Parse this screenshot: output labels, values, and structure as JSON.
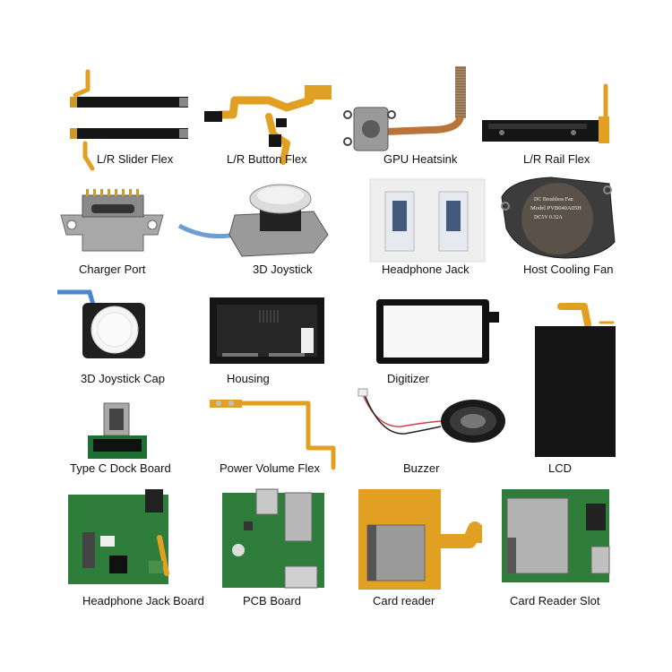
{
  "items": [
    {
      "label": "L/R Slider Flex"
    },
    {
      "label": "L/R Button Flex"
    },
    {
      "label": "GPU Heatsink"
    },
    {
      "label": "L/R Rail Flex"
    },
    {
      "label": "Charger Port"
    },
    {
      "label": "3D Joystick"
    },
    {
      "label": "Headphone Jack"
    },
    {
      "label": "Host Cooling Fan"
    },
    {
      "label": "3D Joystick Cap"
    },
    {
      "label": "Housing"
    },
    {
      "label": "Digitizer"
    },
    {
      "label": "LCD"
    },
    {
      "label": "Type C Dock Board"
    },
    {
      "label": "Power Volume Flex"
    },
    {
      "label": "Buzzer"
    },
    {
      "label": "Headphone Jack Board"
    },
    {
      "label": "PCB Board"
    },
    {
      "label": "Card reader"
    },
    {
      "label": "Card Reader Slot"
    }
  ],
  "fan_text": {
    "line1": "DC Brushless Fan",
    "line2": "Model PVB040A05H",
    "line3": "DC5V  0.32A"
  },
  "colors": {
    "flex_orange": "#e1a021",
    "pcb_green": "#2f7d3a",
    "metal_gray": "#b9b9b9",
    "copper": "#b8743a"
  }
}
